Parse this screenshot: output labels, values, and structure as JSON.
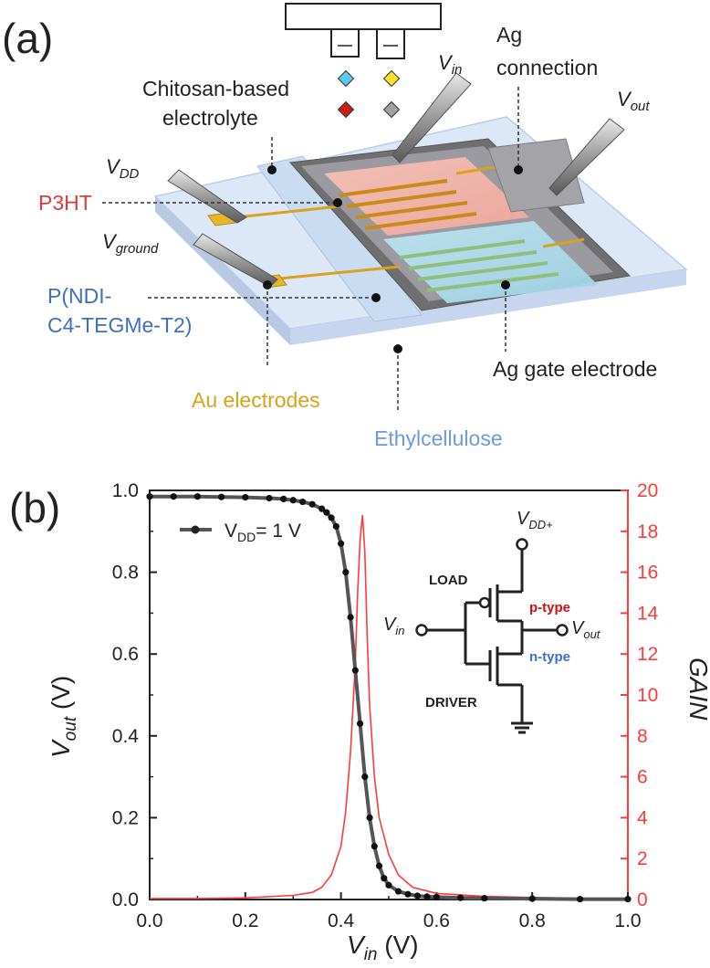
{
  "panel_a": {
    "panel_label": "(a)",
    "labels": {
      "v_in": "V",
      "v_in_sub": "in",
      "ag_connection_1": "Ag",
      "ag_connection_2": "connection",
      "chitosan_1": "Chitosan-based",
      "chitosan_2": "electrolyte",
      "v_out": "V",
      "v_out_sub": "out",
      "v_dd": "V",
      "v_dd_sub": "DD",
      "p3ht": "P3HT",
      "v_ground": "V",
      "v_ground_sub": "ground",
      "pndi_1": "P(NDI-",
      "pndi_2": "C4-TEGMe-T2)",
      "ag_gate": "Ag gate electrode",
      "au_electrodes": "Au electrodes",
      "ethylcellulose": "Ethylcellulose"
    },
    "colors": {
      "p3ht": "#e03a3a",
      "pndi": "#3f6fbf",
      "au": "#d9a21a",
      "ethylcellulose": "#6a9be0",
      "text": "#222222"
    },
    "icons": [
      "cyan-diamond",
      "yellow-diamond",
      "red-diamond",
      "gray-diamond"
    ]
  },
  "panel_b": {
    "panel_label": "(b)",
    "legend": {
      "text_pre": "V",
      "text_sub": "DD",
      "text_post": "= 1 V"
    },
    "circuit": {
      "vdd": "V",
      "vdd_sub": "DD+",
      "load": "LOAD",
      "ptype": "p-type",
      "vin": "V",
      "vin_sub": "in",
      "vout": "V",
      "vout_sub": "out",
      "ntype": "n-type",
      "driver": "DRIVER"
    },
    "colors": {
      "vout_curve": "#555555",
      "gain_curve": "#ff3b3b",
      "ptype": "#cc1111",
      "ntype": "#3a6fd0"
    }
  },
  "chart_data": {
    "type": "line",
    "xlabel": "V",
    "xlabel_sub": "in",
    "xlabel_unit": " (V)",
    "ylabel": "V",
    "ylabel_sub": "out",
    "ylabel_unit": " (V)",
    "y2label": "GAIN",
    "xlim": [
      0.0,
      1.0
    ],
    "ylim": [
      0.0,
      1.0
    ],
    "y2lim": [
      0,
      20
    ],
    "xticks": [
      "0.0",
      "0.2",
      "0.4",
      "0.6",
      "0.8",
      "1.0"
    ],
    "yticks": [
      "0.0",
      "0.2",
      "0.4",
      "0.6",
      "0.8",
      "1.0"
    ],
    "y2ticks": [
      "0",
      "2",
      "4",
      "6",
      "8",
      "10",
      "12",
      "14",
      "16",
      "18",
      "20"
    ],
    "series": [
      {
        "name": "VDD= 1 V",
        "axis": "left",
        "x": [
          0.0,
          0.05,
          0.1,
          0.15,
          0.2,
          0.25,
          0.28,
          0.3,
          0.32,
          0.34,
          0.36,
          0.37,
          0.38,
          0.39,
          0.4,
          0.41,
          0.42,
          0.43,
          0.44,
          0.45,
          0.46,
          0.47,
          0.48,
          0.49,
          0.5,
          0.52,
          0.54,
          0.56,
          0.58,
          0.6,
          0.65,
          0.7,
          0.8,
          0.9,
          1.0
        ],
        "y": [
          0.985,
          0.985,
          0.985,
          0.984,
          0.983,
          0.981,
          0.979,
          0.976,
          0.972,
          0.966,
          0.955,
          0.946,
          0.933,
          0.912,
          0.87,
          0.8,
          0.69,
          0.56,
          0.43,
          0.3,
          0.2,
          0.13,
          0.082,
          0.052,
          0.035,
          0.02,
          0.013,
          0.009,
          0.007,
          0.006,
          0.004,
          0.003,
          0.002,
          0.001,
          0.001
        ]
      },
      {
        "name": "GAIN",
        "axis": "right",
        "x": [
          0.0,
          0.1,
          0.2,
          0.3,
          0.34,
          0.36,
          0.38,
          0.4,
          0.41,
          0.42,
          0.43,
          0.435,
          0.44,
          0.445,
          0.45,
          0.455,
          0.46,
          0.47,
          0.48,
          0.5,
          0.52,
          0.55,
          0.6,
          0.7,
          0.8,
          0.9,
          1.0
        ],
        "y": [
          0.05,
          0.05,
          0.08,
          0.2,
          0.35,
          0.6,
          1.2,
          2.6,
          4.3,
          7.2,
          11.5,
          15.0,
          17.6,
          18.8,
          17.0,
          12.8,
          9.5,
          6.0,
          4.0,
          2.2,
          1.2,
          0.6,
          0.3,
          0.15,
          0.1,
          0.05,
          0.05
        ]
      }
    ]
  }
}
